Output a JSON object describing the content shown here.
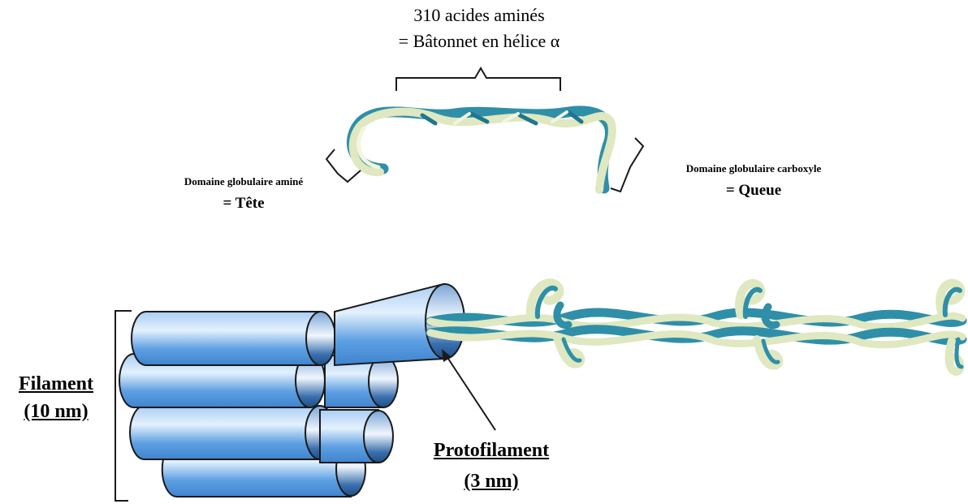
{
  "labels": {
    "rod_line1": "310 acides aminés",
    "rod_line2": "= Bâtonnet en hélice α",
    "head_line1": "Domaine globulaire aminé",
    "head_line2": "= Tête",
    "tail_line1": "Domaine globulaire carboxyle",
    "tail_line2": "= Queue",
    "filament_line1": "Filament",
    "filament_line2": "(10 nm)",
    "protofilament_line1": "Protofilament",
    "protofilament_line2": "(3 nm)"
  },
  "colors": {
    "helix_teal": "#2f8fa8",
    "helix_cream": "#dfe8c0",
    "cylinder_blue": "#5b9fe0",
    "cylinder_light": "#d4e8fb",
    "outline": "#1a1a1a"
  }
}
